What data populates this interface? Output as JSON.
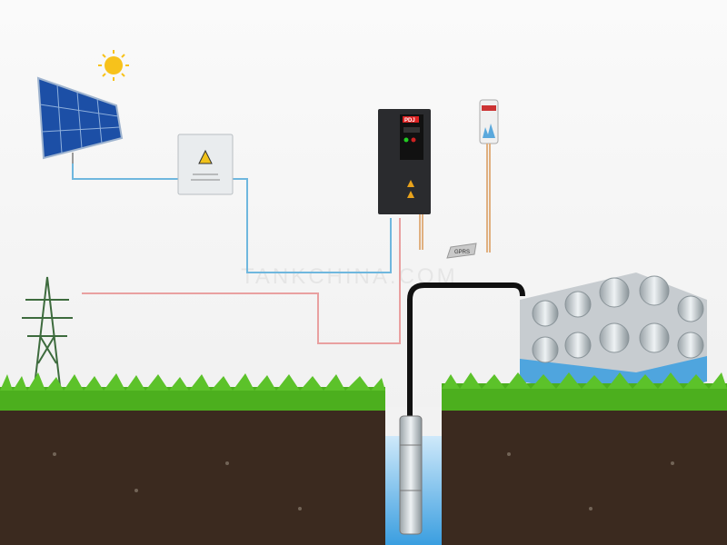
{
  "diagram": {
    "gprs_label": "GPRS",
    "inverter_badge": "PDJ",
    "watermark": "TANKCHINA.COM",
    "colors": {
      "dc_line": "#6fb7de",
      "ac_line": "#e07a7a",
      "signal_line": "#e0a060",
      "pipe": "#111111",
      "water": "#3aa0e0",
      "grass": "#4caf1e",
      "soil": "#3b2a1f"
    },
    "components": [
      "solar-panel",
      "sun",
      "combiner-box",
      "pump-inverter",
      "smartphone",
      "gprs-module",
      "power-tower",
      "water-tank",
      "submersible-pump",
      "borehole"
    ]
  }
}
